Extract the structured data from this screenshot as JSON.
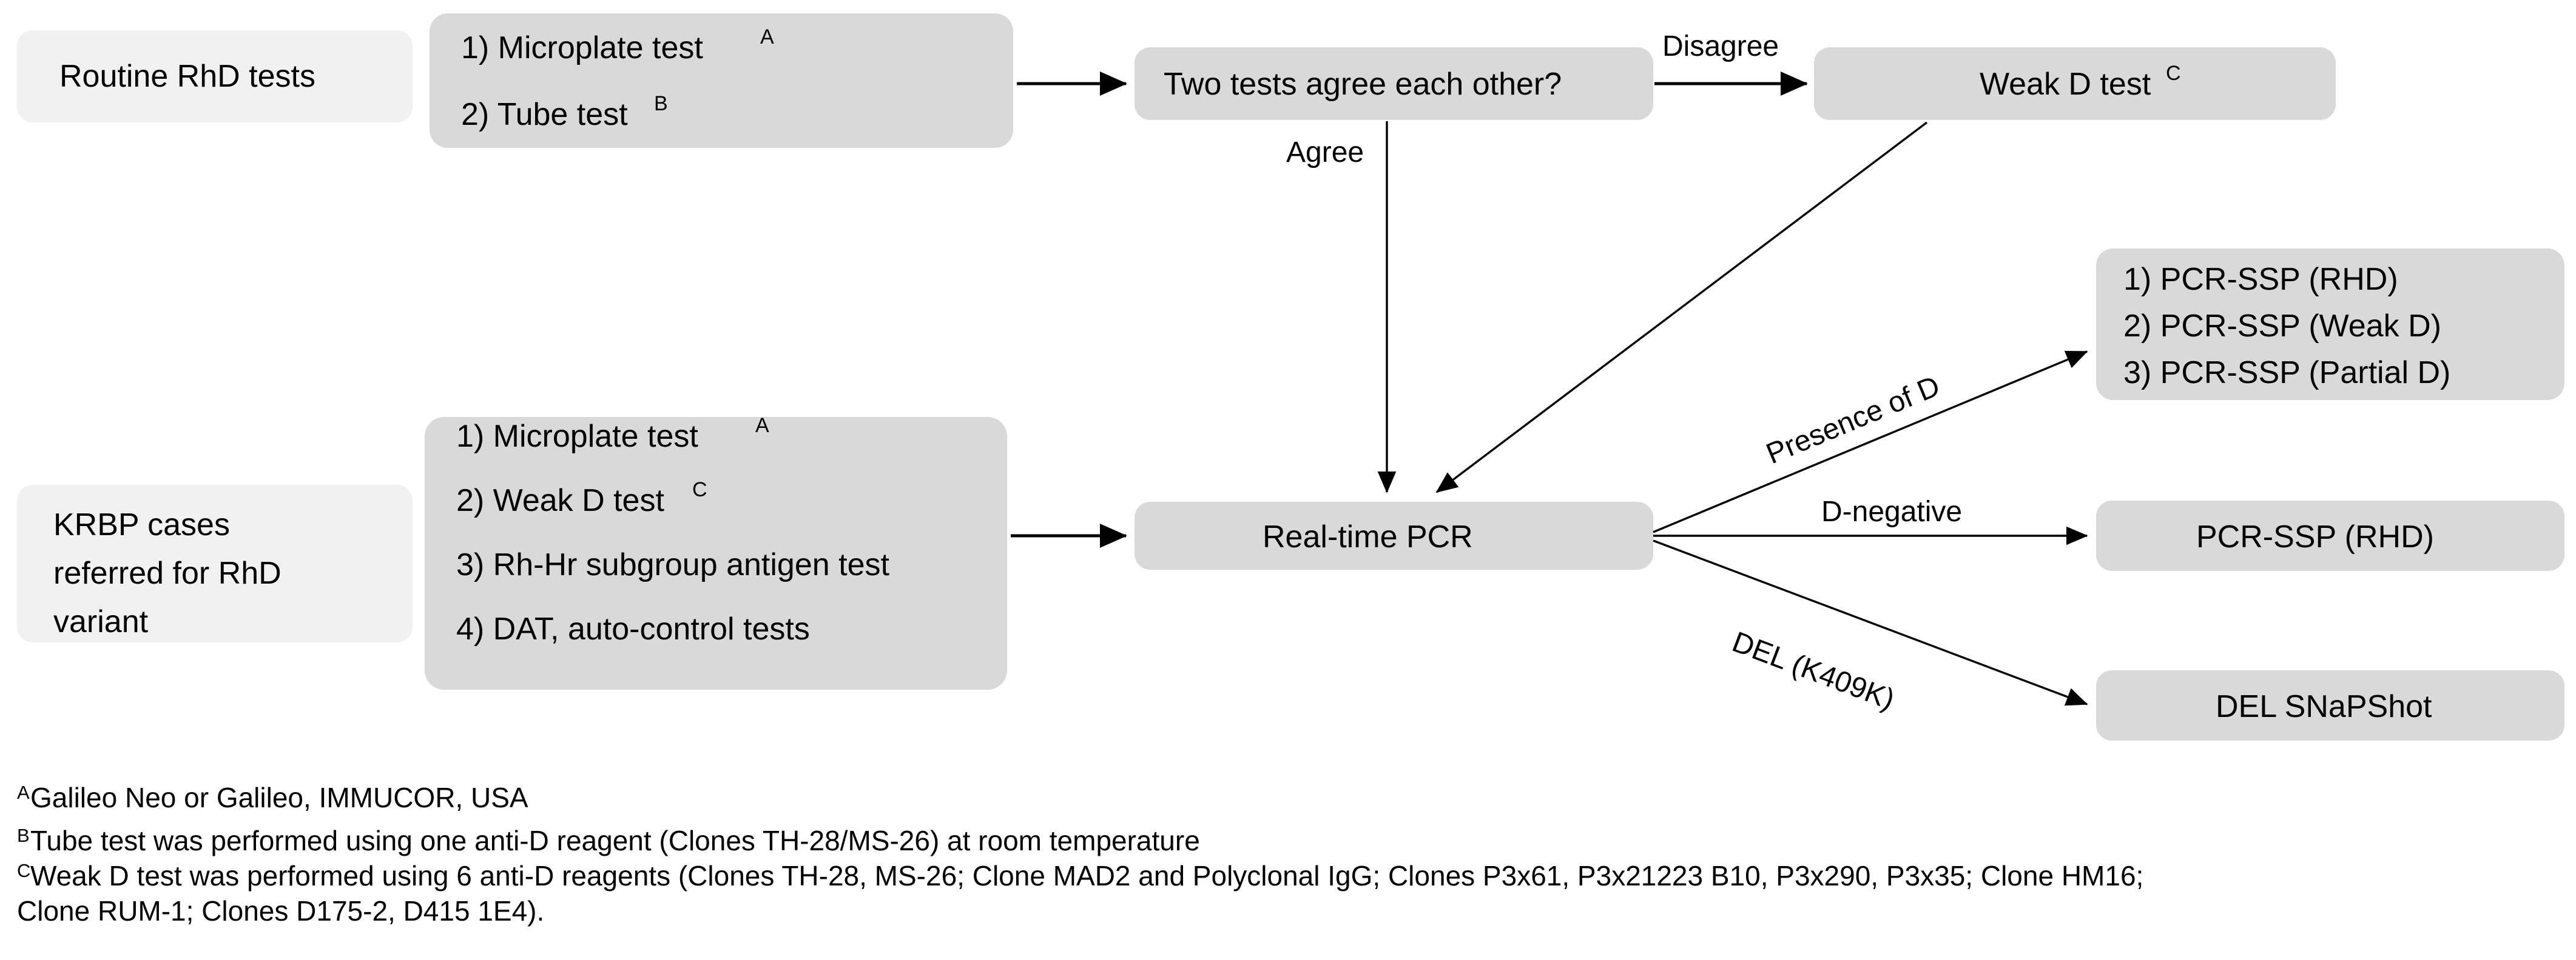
{
  "diagram": {
    "type": "flowchart",
    "nodes": {
      "routine_tests": {
        "label": "Routine RhD tests"
      },
      "routine_test_list": {
        "items": [
          {
            "text": "1) Microplate test",
            "sup": "A"
          },
          {
            "text": "2) Tube test",
            "sup": "B"
          }
        ]
      },
      "decision_agree": {
        "label": "Two tests agree each other?"
      },
      "weak_d_test": {
        "text": "Weak D test",
        "sup": "C"
      },
      "krbp_cases": {
        "lines": [
          "KRBP cases",
          "referred for RhD",
          "variant"
        ]
      },
      "krbp_test_list": {
        "items": [
          {
            "text": "1) Microplate test",
            "sup": "A"
          },
          {
            "text": "2) Weak D test",
            "sup": "C"
          },
          {
            "text": "3) Rh-Hr subgroup antigen test",
            "sup": ""
          },
          {
            "text": "4) DAT, auto-control tests",
            "sup": ""
          }
        ]
      },
      "realtime_pcr": {
        "label": "Real-time PCR"
      },
      "pcr_ssp_panel": {
        "items": [
          "1) PCR-SSP (RHD)",
          "2) PCR-SSP (Weak D)",
          "3) PCR-SSP (Partial D)"
        ]
      },
      "pcr_ssp_rhd": {
        "label": "PCR-SSP (RHD)"
      },
      "del_snapshot": {
        "label": "DEL SNaPShot"
      }
    },
    "edge_labels": {
      "disagree": "Disagree",
      "agree": "Agree",
      "presence_of_d": "Presence of D",
      "d_negative": "D-negative",
      "del_k409k": "DEL (K409K)"
    },
    "colors": {
      "node_light": "#f1f1f1",
      "node_dark": "#d9d9d9",
      "edge": "#000000",
      "text": "#000000",
      "background": "#ffffff"
    }
  },
  "footnotes": [
    {
      "marker": "A",
      "text": "Galileo Neo or Galileo, IMMUCOR, USA"
    },
    {
      "marker": "B",
      "text": "Tube test was performed using one anti-D reagent (Clones TH-28/MS-26) at room temperature"
    },
    {
      "marker": "C",
      "text": "Weak D test was performed using 6 anti-D reagents (Clones TH-28, MS-26; Clone MAD2 and Polyclonal IgG; Clones P3x61, P3x21223 B10, P3x290, P3x35; Clone HM16;"
    },
    {
      "marker": "",
      "text": "Clone RUM-1; Clones D175-2, D415 1E4)."
    }
  ]
}
